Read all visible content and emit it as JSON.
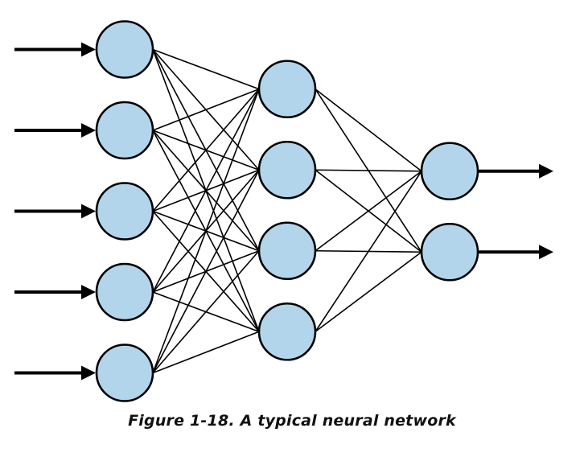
{
  "caption": "Figure 1-18. A typical neural network",
  "colors": {
    "node_fill": "#b3d5ec",
    "stroke": "#000000"
  },
  "network": {
    "layers": [
      {
        "name": "input",
        "node_count": 5,
        "has_input_arrows": true
      },
      {
        "name": "hidden",
        "node_count": 4
      },
      {
        "name": "output",
        "node_count": 2,
        "has_output_arrows": true
      }
    ],
    "fully_connected": true
  }
}
